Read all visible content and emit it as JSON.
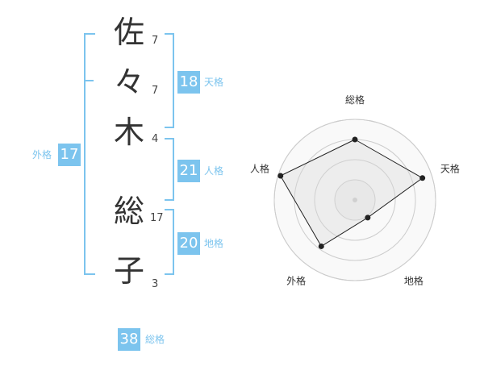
{
  "name": {
    "chars": [
      {
        "char": "佐",
        "strokes": "7"
      },
      {
        "char": "々",
        "strokes": "7"
      },
      {
        "char": "木",
        "strokes": "4"
      },
      {
        "char": "総",
        "strokes": "17"
      },
      {
        "char": "子",
        "strokes": "3"
      }
    ]
  },
  "fortune": {
    "tenkaku": {
      "value": "18",
      "label": "天格"
    },
    "jinkaku": {
      "value": "21",
      "label": "人格"
    },
    "chikaku": {
      "value": "20",
      "label": "地格"
    },
    "gaikaku": {
      "value": "17",
      "label": "外格"
    },
    "soukaku": {
      "value": "38",
      "label": "総格"
    }
  },
  "colors": {
    "accent": "#7cc4ee",
    "text": "#333333"
  },
  "chart_data": {
    "type": "radar",
    "axes": [
      "総格",
      "天格",
      "地格",
      "外格",
      "人格"
    ],
    "values": [
      0.75,
      0.88,
      0.27,
      0.71,
      0.97
    ],
    "rings": 4,
    "max": 1
  }
}
